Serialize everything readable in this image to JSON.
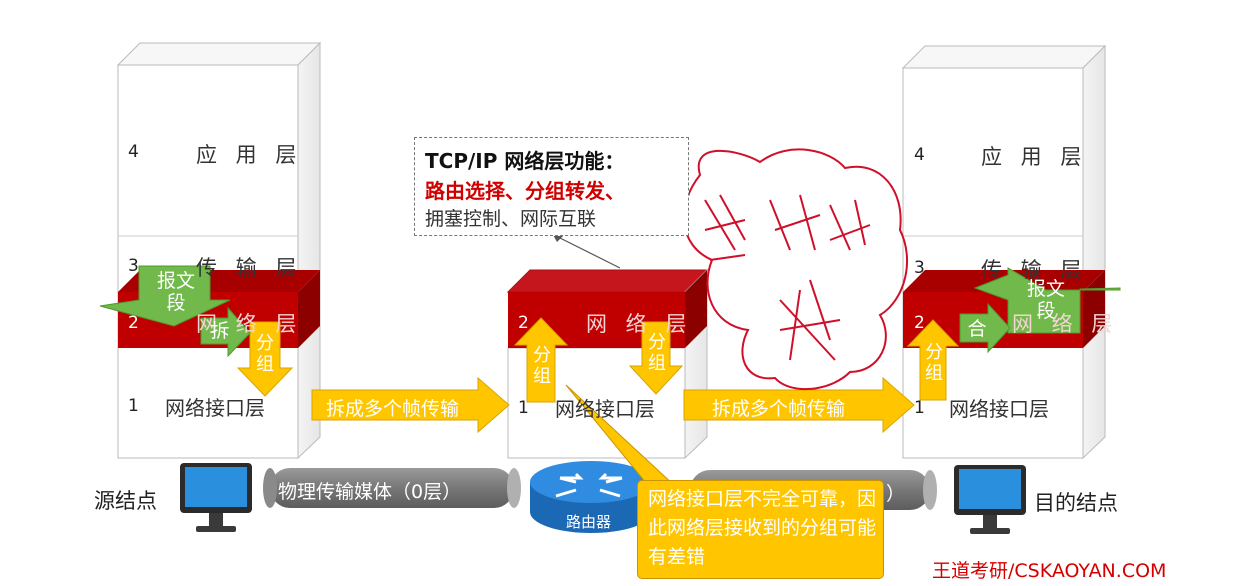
{
  "left_stack": {
    "layers": [
      {
        "num": "4",
        "name": "应 用 层"
      },
      {
        "num": "3",
        "name": "传 输 层"
      },
      {
        "num": "2",
        "name": "网 络 层"
      },
      {
        "num": "1",
        "name": "网络接口层"
      }
    ],
    "segment_label": "报文\n段",
    "split_label": "拆",
    "packet_label": "分\n组"
  },
  "router_stack": {
    "layers": [
      {
        "num": "2",
        "name": "网 络 层"
      },
      {
        "num": "1",
        "name": "网络接口层"
      }
    ],
    "packet_up_label": "分\n组",
    "packet_down_label": "分\n组"
  },
  "right_stack": {
    "layers": [
      {
        "num": "4",
        "name": "应 用 层"
      },
      {
        "num": "3",
        "name": "传 输 层"
      },
      {
        "num": "2",
        "name": "网 络 层"
      },
      {
        "num": "1",
        "name": "网络接口层"
      }
    ],
    "segment_label": "报文\n段",
    "merge_label": "合",
    "packet_label": "分\n组"
  },
  "transfer_label_left": "拆成多个帧传输",
  "transfer_label_right": "拆成多个帧传输",
  "tcp_box": {
    "title": "TCP/IP 网络层功能：",
    "red_line": "路由选择、分组转发、",
    "rest_line": "拥塞控制、网际互联"
  },
  "note": "网络接口层不完全可靠，因此网络层接收到的分组可能有差错",
  "medium_label": "物理传输媒体（0层）",
  "medium_label_right_tail": "）",
  "router_label": "路由器",
  "source_label": "源结点",
  "dest_label": "目的结点",
  "brand": "王道考研/CSKAOYAN.COM",
  "colors": {
    "red_band": "#c00000",
    "arrow_green": "#70b94a",
    "arrow_yellow": "#ffc600",
    "note_yellow": "#ffc600",
    "router_blue": "#1f77c8",
    "handwriting_red": "#d0102a"
  }
}
